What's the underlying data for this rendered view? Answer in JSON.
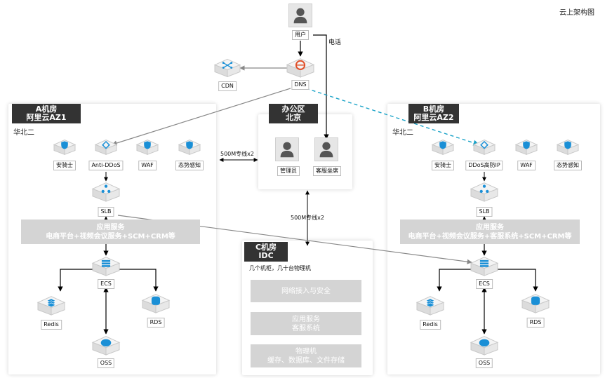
{
  "title": "云上架构图",
  "user": {
    "label": "用户",
    "phone": "电话"
  },
  "dns": {
    "label": "DNS"
  },
  "cdn": {
    "label": "CDN"
  },
  "room_a": {
    "title_line1": "A机房",
    "title_line2": "阿里云AZ1",
    "region": "华北二",
    "security": [
      "安骑士",
      "Anti-DDoS",
      "WAF",
      "态势感知"
    ],
    "slb": "SLB",
    "app_line1": "应用服务",
    "app_line2": "电商平台+视频会议服务+SCM+CRM等",
    "ecs": "ECS",
    "redis": "Redis",
    "rds": "RDS",
    "oss": "OSS"
  },
  "room_b": {
    "title_line1": "B机房",
    "title_line2": "阿里云AZ2",
    "region": "华北二",
    "security": [
      "安骑士",
      "DDoS高防IP",
      "WAF",
      "态势感知"
    ],
    "slb": "SLB",
    "app_line1": "应用服务",
    "app_line2": "电商平台+视频会议服务+客服系统+SCM+CRM等",
    "ecs": "ECS",
    "redis": "Redis",
    "rds": "RDS",
    "oss": "OSS"
  },
  "office": {
    "title_line1": "办公区",
    "title_line2": "北京",
    "admin": "管理员",
    "agent": "客服坐席"
  },
  "idc": {
    "title_line1": "C机房",
    "title_line2": "IDC",
    "desc": "几个机柜，几十台物理机",
    "bar1": "网络接入与安全",
    "bar2_line1": "应用服务",
    "bar2_line2": "客服系统",
    "bar3_line1": "物理机",
    "bar3_line2": "缓存、数据库、文件存储"
  },
  "links": {
    "office_a": "500M专线x2",
    "office_idc": "500M专线x2"
  },
  "colors": {
    "icon_blue": "#1a8fd6",
    "header_dark": "#333333",
    "dashed_link": "#1aa3c8"
  }
}
